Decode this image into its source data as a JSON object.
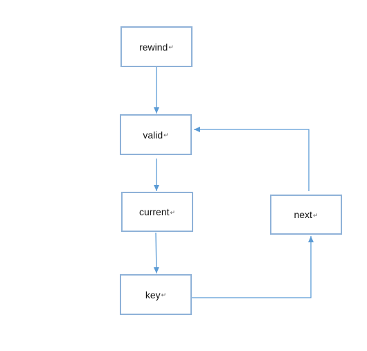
{
  "diagram": {
    "nodes": {
      "rewind": {
        "label": "rewind"
      },
      "valid": {
        "label": "valid"
      },
      "current": {
        "label": "current"
      },
      "key": {
        "label": "key"
      },
      "next": {
        "label": "next"
      }
    },
    "paragraph_mark": "↵",
    "edge_color": "#5b9bd5",
    "border_color": "#8fb2d8",
    "edges": [
      {
        "from": "rewind",
        "to": "valid"
      },
      {
        "from": "valid",
        "to": "current"
      },
      {
        "from": "current",
        "to": "key"
      },
      {
        "from": "key",
        "to": "next"
      },
      {
        "from": "next",
        "to": "valid"
      }
    ]
  }
}
